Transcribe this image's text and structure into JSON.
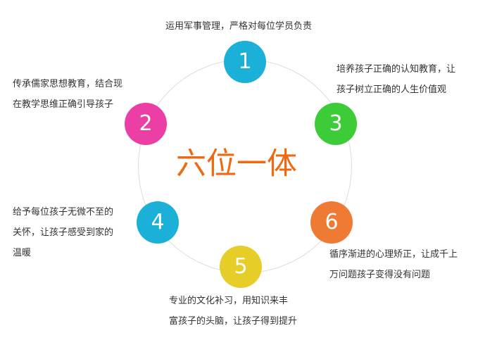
{
  "center_title": "六位一体",
  "colors": {
    "ring": "#dcdcdc",
    "title": "#ee6a12",
    "node_1": "#1ab0d8",
    "node_2": "#ec3fa6",
    "node_3": "#3ccc37",
    "node_4": "#1ab0d8",
    "node_5": "#e6cd28",
    "node_6": "#ef7a34"
  },
  "nodes": [
    {
      "number": "1",
      "lines": [
        "运用军事管理，严格对每位学员负责"
      ]
    },
    {
      "number": "2",
      "lines": [
        "传承儒家思想教育，结合现",
        "在教学思维正确引导孩子"
      ]
    },
    {
      "number": "3",
      "lines": [
        "培养孩子正确的认知教育，让",
        "孩子树立正确的人生价值观"
      ]
    },
    {
      "number": "4",
      "lines": [
        "给予每位孩子无微不至的",
        "关怀，让孩子感受到家的",
        "温暖"
      ]
    },
    {
      "number": "5",
      "lines": [
        "专业的文化补习，用知识来丰",
        "富孩子的头脑，让孩子得到提升"
      ]
    },
    {
      "number": "6",
      "lines": [
        "循序渐进的心理矫正，让成千上",
        "万问题孩子变得没有问题"
      ]
    }
  ]
}
